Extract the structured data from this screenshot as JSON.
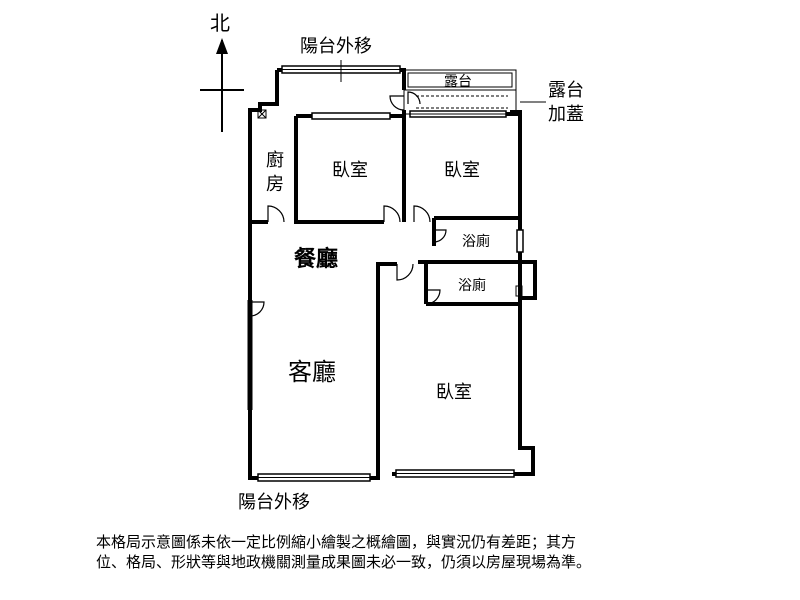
{
  "compass": {
    "north_label": "北"
  },
  "labels": {
    "balcony_top": "陽台外移",
    "terrace": "露台",
    "terrace_cover": "露台\n加蓋",
    "kitchen": "廚\n房",
    "bedroom_1": "臥室",
    "bedroom_2": "臥室",
    "bedroom_3": "臥室",
    "bathroom_1": "浴廁",
    "bathroom_2": "浴廁",
    "dining": "餐廳",
    "living": "客廳",
    "balcony_bottom": "陽台外移"
  },
  "disclaimer": "本格局示意圖係未依一定比例縮小繪製之概繪圖，與實況仍有差距；其方\n位、格局、形狀等與地政機關測量成果圖未必一致，仍須以房屋現場為準。",
  "colors": {
    "wall": "#000000",
    "background": "#ffffff"
  }
}
